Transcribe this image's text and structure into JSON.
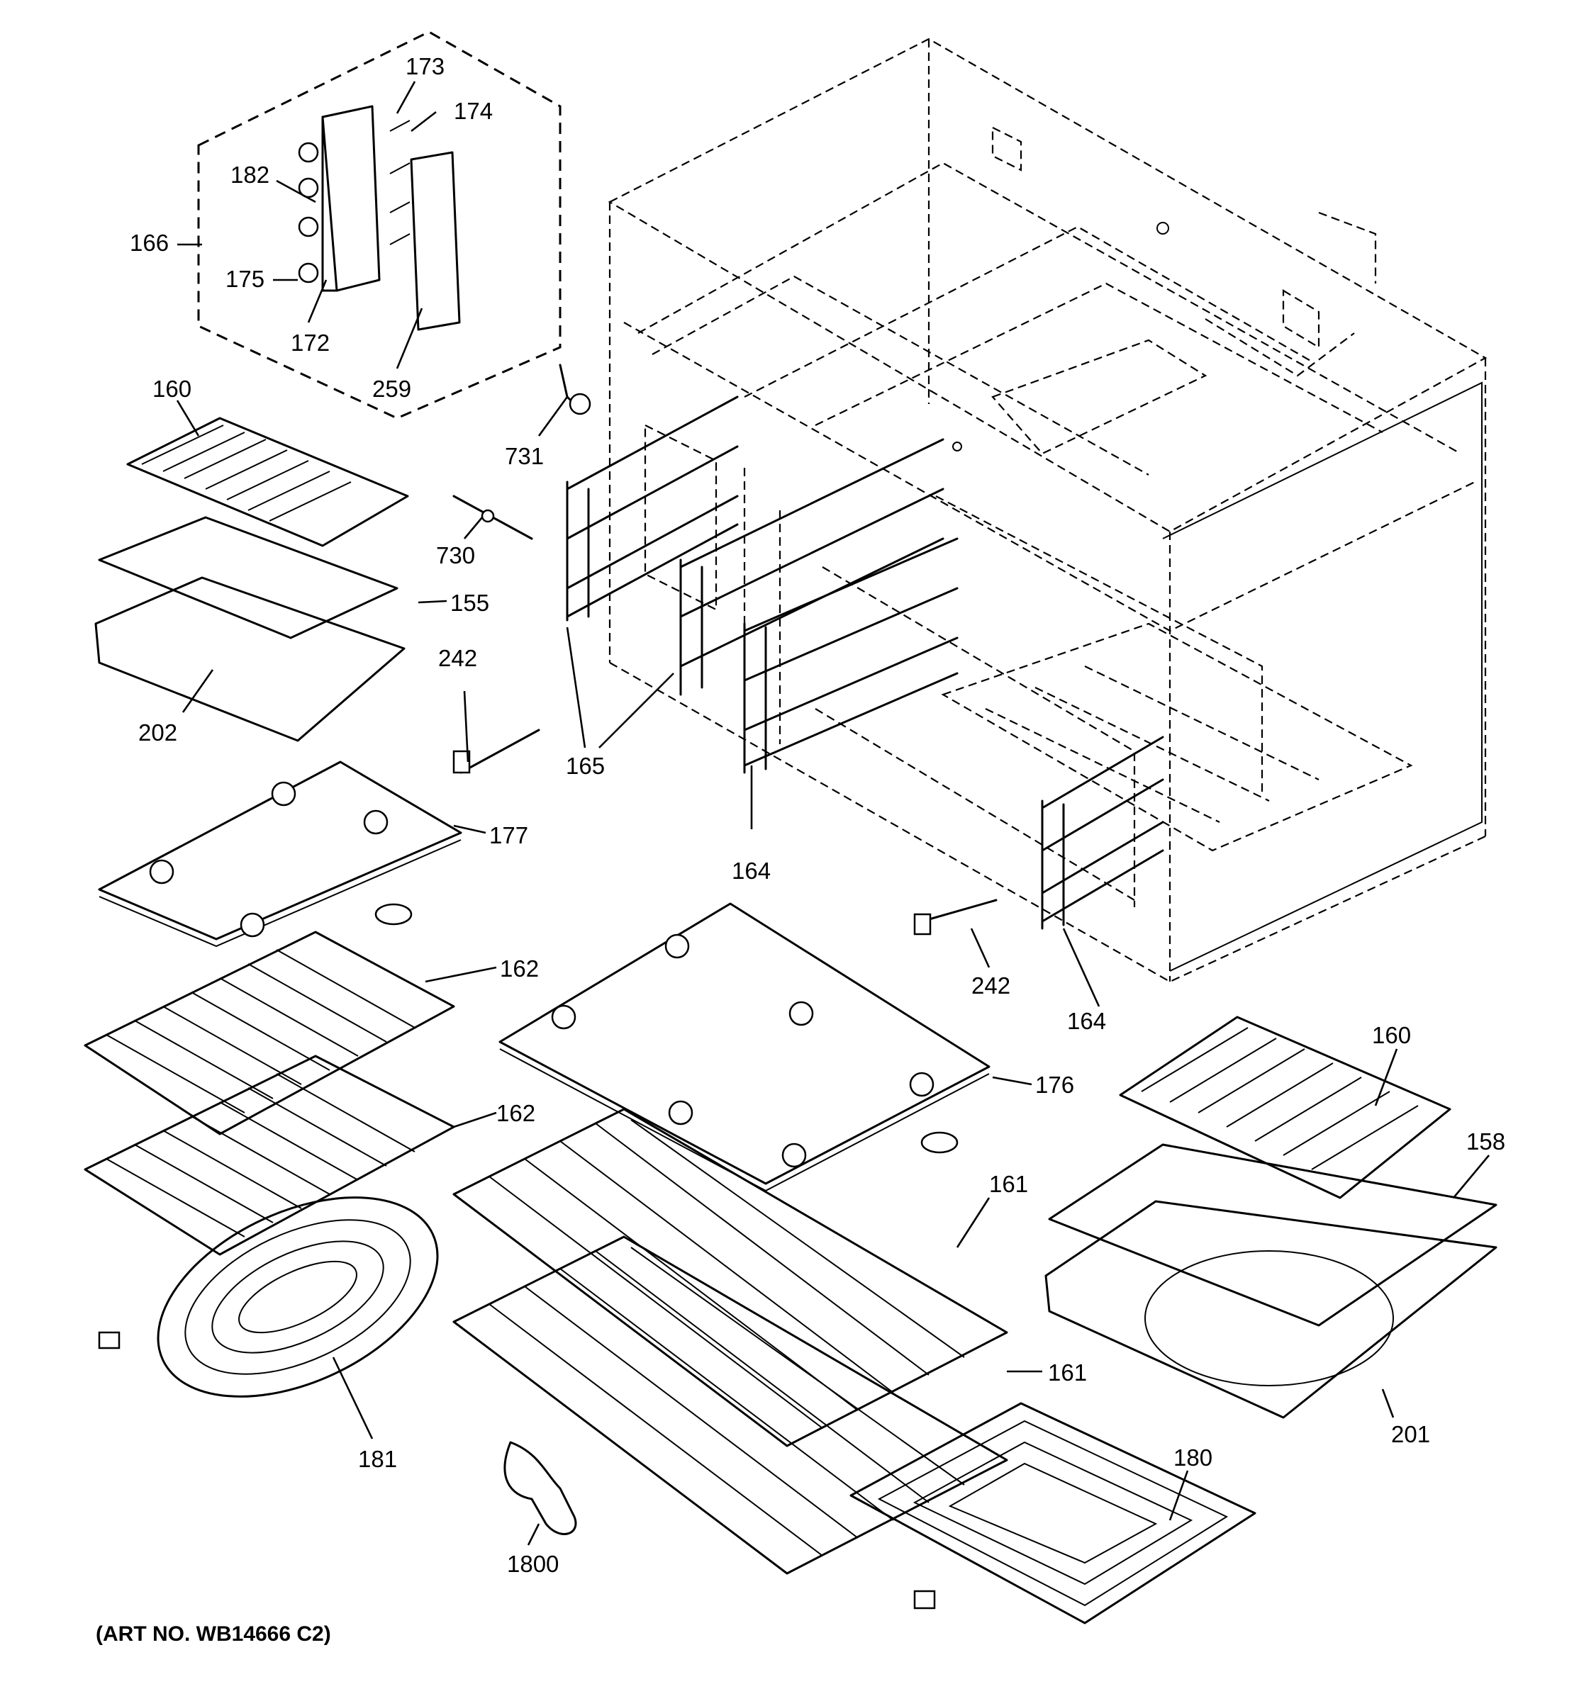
{
  "footer": {
    "art_number": "(ART NO. WB14666 C2)"
  },
  "callouts": [
    {
      "id": "c173",
      "text": "173"
    },
    {
      "id": "c174",
      "text": "174"
    },
    {
      "id": "c182",
      "text": "182"
    },
    {
      "id": "c166",
      "text": "166"
    },
    {
      "id": "c175",
      "text": "175"
    },
    {
      "id": "c172",
      "text": "172"
    },
    {
      "id": "c259",
      "text": "259"
    },
    {
      "id": "c160a",
      "text": "160"
    },
    {
      "id": "c731",
      "text": "731"
    },
    {
      "id": "c730",
      "text": "730"
    },
    {
      "id": "c155",
      "text": "155"
    },
    {
      "id": "c242a",
      "text": "242"
    },
    {
      "id": "c202",
      "text": "202"
    },
    {
      "id": "c165",
      "text": "165"
    },
    {
      "id": "c177",
      "text": "177"
    },
    {
      "id": "c164a",
      "text": "164"
    },
    {
      "id": "c162a",
      "text": "162"
    },
    {
      "id": "c242b",
      "text": "242"
    },
    {
      "id": "c164b",
      "text": "164"
    },
    {
      "id": "c160b",
      "text": "160"
    },
    {
      "id": "c176",
      "text": "176"
    },
    {
      "id": "c162b",
      "text": "162"
    },
    {
      "id": "c158",
      "text": "158"
    },
    {
      "id": "c161a",
      "text": "161"
    },
    {
      "id": "c161b",
      "text": "161"
    },
    {
      "id": "c201",
      "text": "201"
    },
    {
      "id": "c181",
      "text": "181"
    },
    {
      "id": "c180",
      "text": "180"
    },
    {
      "id": "c1800",
      "text": "1800"
    }
  ]
}
